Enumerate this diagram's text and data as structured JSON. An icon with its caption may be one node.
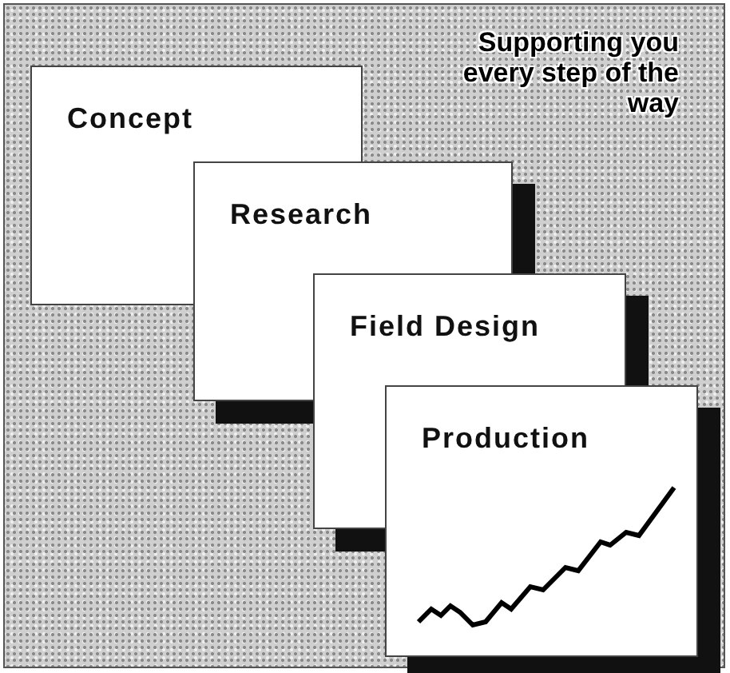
{
  "diagram": {
    "nodes": [
      {
        "text": [
          "Concept"
        ]
      },
      {
        "text": [
          "Research"
        ]
      },
      {
        "text": [
          "Field Design"
        ]
      },
      {
        "text": [
          "Production"
        ]
      }
    ],
    "labels": [
      "Supporting you every step of the way"
    ]
  }
}
